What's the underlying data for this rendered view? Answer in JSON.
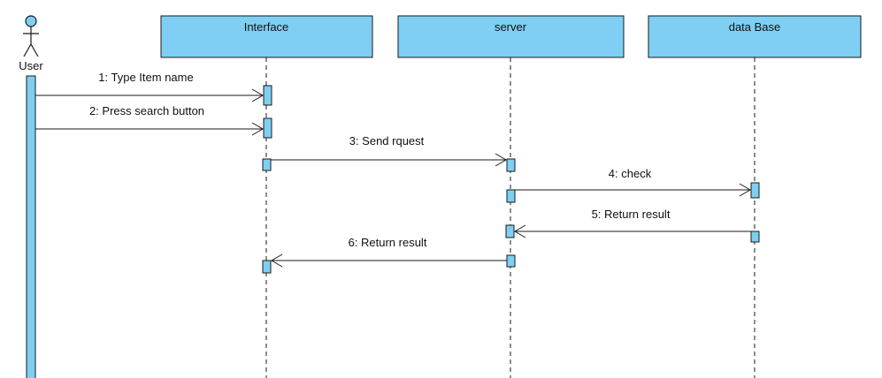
{
  "actor": {
    "label": "User"
  },
  "lifelines": [
    {
      "id": "interface",
      "label": "Interface"
    },
    {
      "id": "server",
      "label": "server"
    },
    {
      "id": "database",
      "label": "data Base"
    }
  ],
  "messages": [
    {
      "label": "1: Type Item name",
      "from": "User",
      "to": "Interface"
    },
    {
      "label": "2: Press search button",
      "from": "User",
      "to": "Interface"
    },
    {
      "label": "3: Send rquest",
      "from": "Interface",
      "to": "server"
    },
    {
      "label": "4: check",
      "from": "server",
      "to": "data Base"
    },
    {
      "label": "5: Return result",
      "from": "data Base",
      "to": "server"
    },
    {
      "label": "6: Return result",
      "from": "server",
      "to": "Interface"
    }
  ],
  "colors": {
    "box_fill": "#7ecff3",
    "stroke": "#1a1a1a",
    "text": "#111111"
  }
}
